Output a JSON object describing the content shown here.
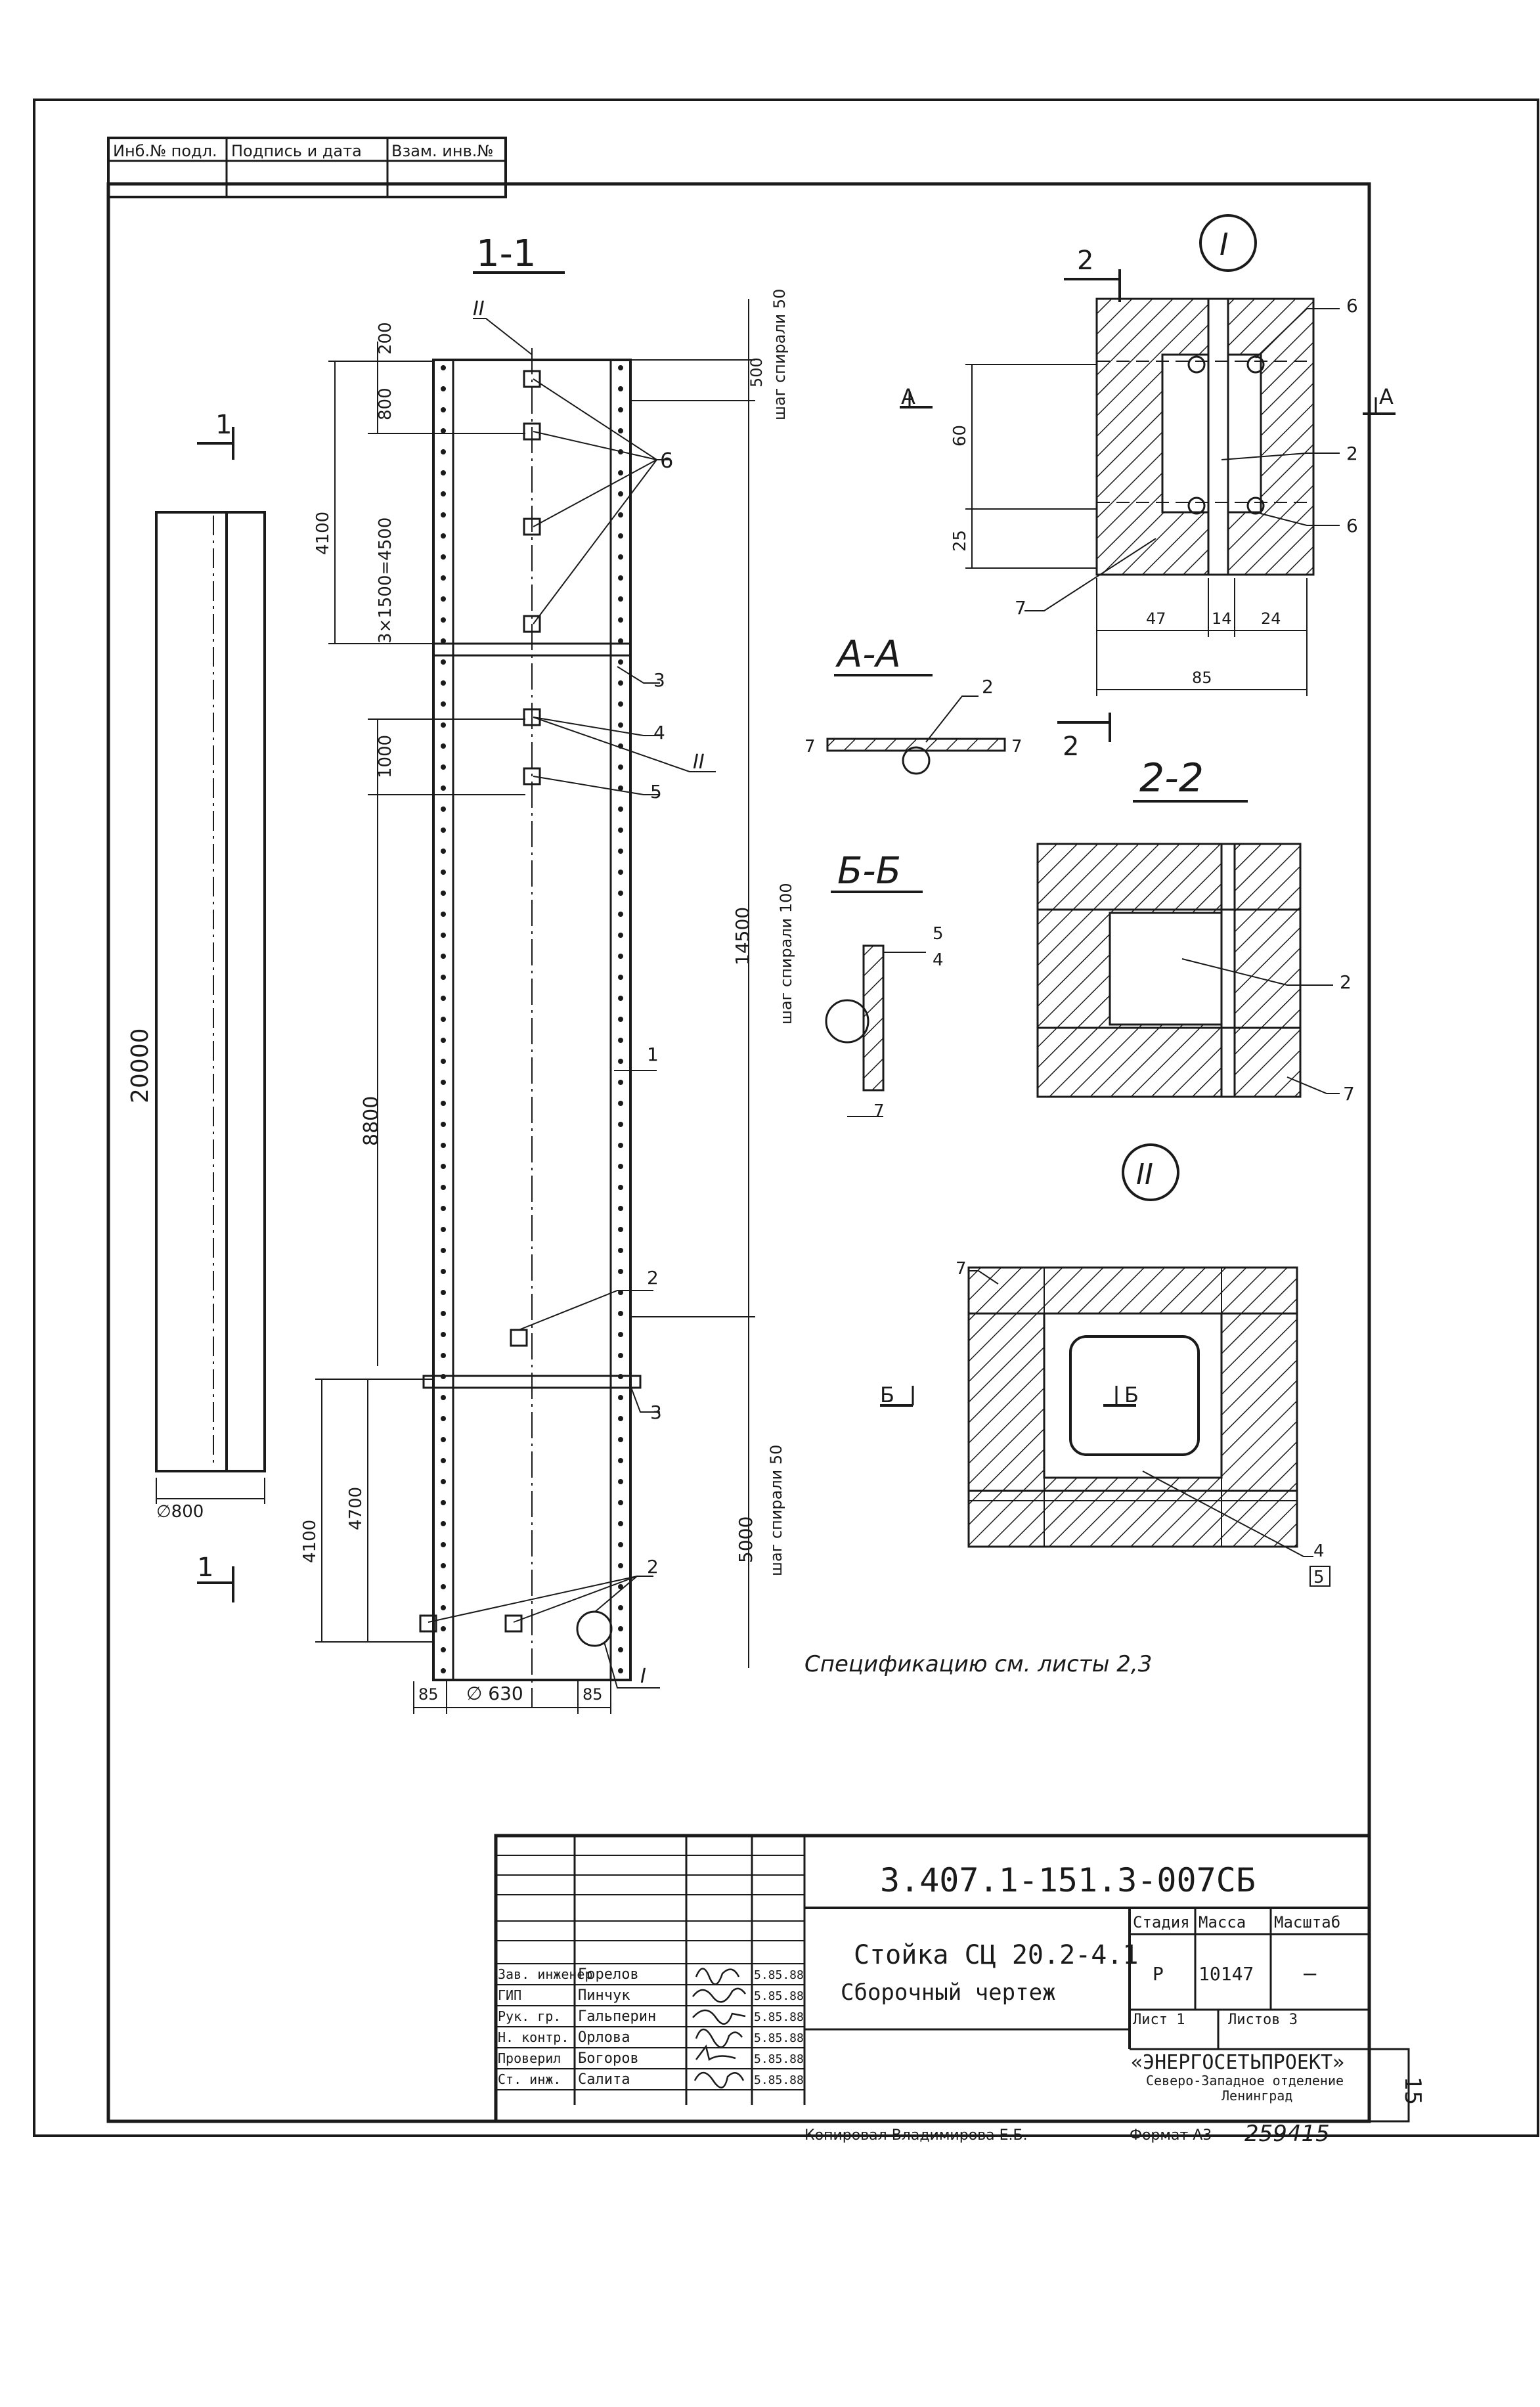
{
  "top_stamp": {
    "col1": "Инб.№ подл.",
    "col2": "Подпись и дата",
    "col3": "Взам. инв.№"
  },
  "section_1_1": {
    "title": "1-1",
    "pitch_top": "шаг спирали 50",
    "pitch_mid": "шаг спирали 100",
    "pitch_bottom": "шаг спирали 50",
    "dims": {
      "d200": "200",
      "d800": "800",
      "d4100_top": "4100",
      "d3x1500": "3×1500=4500",
      "d1000": "1000",
      "d8800": "8800",
      "d4100_bot": "4100",
      "d4700": "4700",
      "d500": "500",
      "d14500": "14500",
      "d5000": "5000",
      "d85_left": "85",
      "d630": "∅ 630",
      "d85_right": "85"
    },
    "callouts": {
      "c6": "6",
      "c3a": "3",
      "c4": "4",
      "c5": "5",
      "c1": "1",
      "c2a": "2",
      "c3b": "3",
      "c2b": "2",
      "cII": "II",
      "cIIb": "II",
      "cI": "I"
    }
  },
  "elevation": {
    "cut": "1",
    "length": "20000",
    "diameter": "∅800"
  },
  "detail_I": {
    "label": "I",
    "cut": "2",
    "a_left": "А",
    "a_right": "А",
    "d60": "60",
    "d25": "25",
    "d47": "47",
    "d14": "14",
    "d24": "24",
    "d85": "85",
    "c6a": "6",
    "c2": "2",
    "c6b": "6",
    "c7": "7"
  },
  "section_AA": {
    "title": "А-А",
    "c2": "2",
    "c7a": "7",
    "c7b": "7"
  },
  "section_22": {
    "title": "2-2",
    "c2": "2",
    "c7": "7"
  },
  "section_BB": {
    "title": "Б-Б",
    "c5": "5",
    "c4": "4",
    "c7": "7"
  },
  "detail_II": {
    "label": "II",
    "b_left": "Б",
    "b_right": "Б",
    "c7": "7",
    "c4": "4",
    "c5": "5"
  },
  "note": "Спецификацию см. листы 2,3",
  "title_block": {
    "doc_code": "3.407.1-151.3-007СБ",
    "name_line1": "Стойка СЦ 20.2-4.1",
    "name_line2": "Сборочный чертеж",
    "stage_header": "Стадия",
    "mass_header": "Масса",
    "scale_header": "Масштаб",
    "stage": "Р",
    "mass": "10147",
    "scale": "—",
    "sheet": "Лист 1",
    "sheets": "Листов 3",
    "org": "«ЭНЕРГОСЕТЬПРОЕКТ»",
    "org_sub1": "Северо-Западное отделение",
    "org_sub2": "Ленинград",
    "roles": [
      "Зав. инженер",
      "ГИП",
      "Рук. гр.",
      "Н. контр.",
      "Проверил",
      "Ст. инж."
    ],
    "names": [
      "Горелов",
      "Пинчук",
      "Гальперин",
      "Орлова",
      "Богоров",
      "Салита"
    ],
    "dates": [
      "5.85.88",
      "5.85.88",
      "5.85.88",
      "5.85.88",
      "5.85.88",
      "5.85.88"
    ]
  },
  "footer": {
    "copied": "Копировал Владимирова Е.Б.",
    "format": "Формат А3",
    "inv": "259415"
  },
  "side_page_number": "15"
}
